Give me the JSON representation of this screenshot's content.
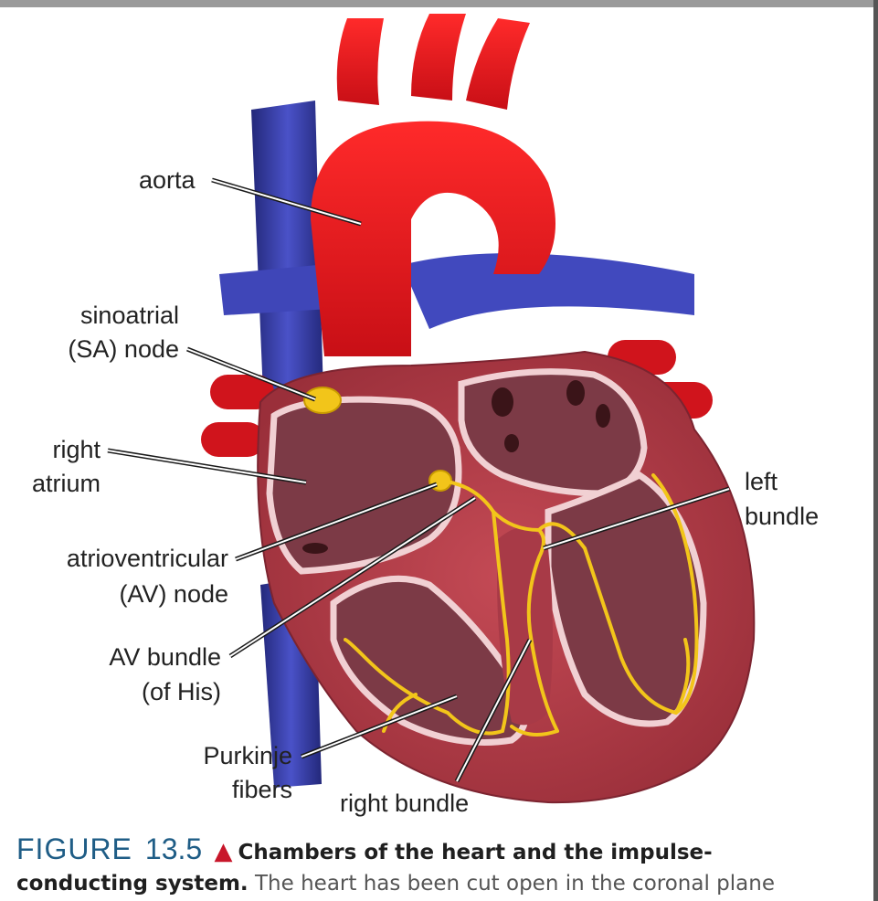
{
  "labels": {
    "aorta": "aorta",
    "sa_node_line1": "sinoatrial",
    "sa_node_line2": "(SA) node",
    "right_atrium_line1": "right",
    "right_atrium_line2": "atrium",
    "av_node_line1": "atrioventricular",
    "av_node_line2": "(AV) node",
    "av_bundle_line1": "AV bundle",
    "av_bundle_line2": "(of His)",
    "purkinje_line1": "Purkinje",
    "purkinje_line2": "fibers",
    "right_bundle": "right bundle",
    "left_bundle_line1": "left",
    "left_bundle_line2": "bundle"
  },
  "caption": {
    "figure_word": "FIGURE",
    "figure_number": "13.5",
    "title_line1": "Chambers of the heart and the impulse-",
    "title_line2": "conducting system.",
    "body_text": "The heart has been cut open in the coronal plane"
  },
  "colors": {
    "artery": "#e0161e",
    "vein": "#3a3fb0",
    "myocardium": "#b03a45",
    "chamber": "#7a3a44",
    "endocardium": "#f4d6d8",
    "conduction": "#f2c51a",
    "caption_accent": "#1f5d86",
    "triangle": "#c8162a"
  }
}
